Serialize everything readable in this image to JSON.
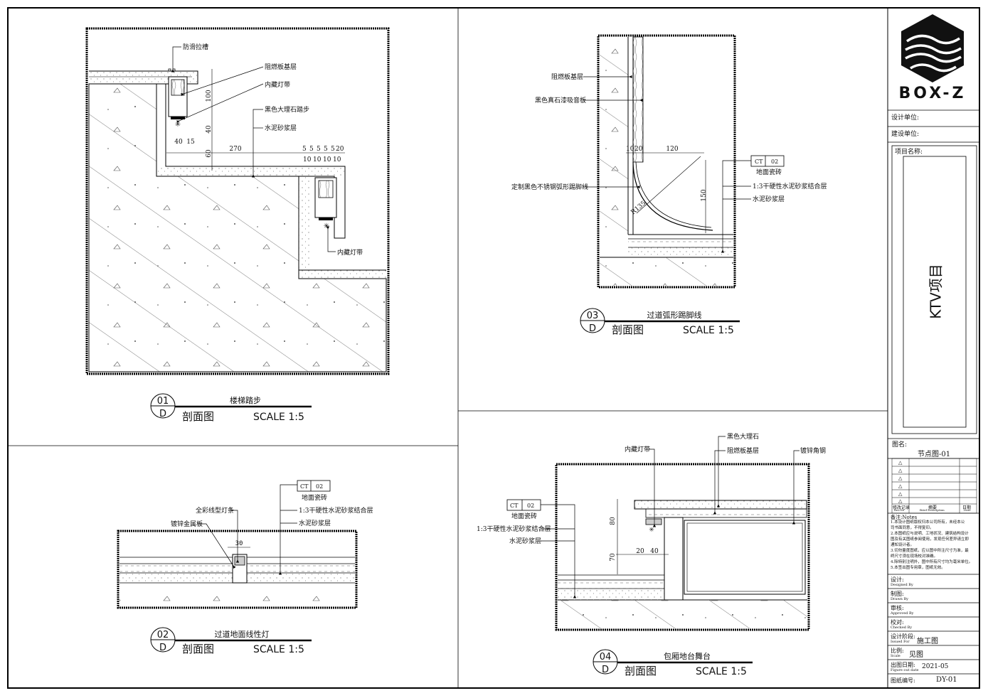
{
  "drawings": [
    {
      "number": "01",
      "sheet": "D",
      "title": "楼梯踏步",
      "type": "剖面图",
      "scale": "SCALE 1:5",
      "labels": [
        "防滑拉槽",
        "阻燃板基层",
        "内藏灯带",
        "黑色大理石踏步",
        "水泥砂浆层",
        "内藏灯带"
      ],
      "dims": [
        "100",
        "40",
        "60",
        "40",
        "15",
        "270",
        "5",
        "5",
        "5",
        "5",
        "5",
        "20",
        "10",
        "10",
        "10",
        "10"
      ]
    },
    {
      "number": "02",
      "sheet": "D",
      "title": "过道地面线性灯",
      "type": "剖面图",
      "scale": "SCALE 1:5",
      "labels": [
        "地面瓷砖",
        "1:3干硬性水泥砂浆结合层",
        "水泥砂浆层",
        "全彩线型灯条",
        "镀锌金属板"
      ],
      "tag": [
        "CT",
        "02"
      ],
      "dims": [
        "30"
      ]
    },
    {
      "number": "03",
      "sheet": "D",
      "title": "过道弧形踢脚线",
      "type": "剖面图",
      "scale": "SCALE 1:5",
      "labels": [
        "阻燃板基层",
        "黑色真石漆吸音板",
        "定制黑色不锈钢弧形踢脚线",
        "地面瓷砖",
        "1:3干硬性水泥砂浆结合层",
        "水泥砂浆层"
      ],
      "tag": [
        "CT",
        "02"
      ],
      "dims": [
        "10",
        "20",
        "120",
        "150",
        "R135"
      ]
    },
    {
      "number": "04",
      "sheet": "D",
      "title": "包厢地台舞台",
      "type": "剖面图",
      "scale": "SCALE 1:5",
      "labels": [
        "黑色大理石",
        "阻燃板基层",
        "镀锌角钢",
        "内藏灯带",
        "地面瓷砖",
        "1:3干硬性水泥砂浆结合层",
        "水泥砂浆层"
      ],
      "tag": [
        "CT",
        "02"
      ],
      "dims": [
        "80",
        "70",
        "20",
        "40"
      ]
    }
  ],
  "titleblock": {
    "logo_text": "BOX-Z",
    "design_unit": "设计单位:",
    "client_unit": "建设单位:",
    "project_name_label": "项目名称:",
    "project_name": "KTV项目",
    "drawing_name_label": "图名:",
    "drawing_name": "节点图-01",
    "rev_header": [
      "修改记录",
      "摘要",
      "日期"
    ],
    "rev_header_en": [
      "Rev.No",
      "Brief Description",
      "Date"
    ],
    "notes_label": "备注:Notes",
    "notes": [
      "1.本设计图纸版权归本公司所有，未经本公",
      "司书面同意，不得复印。",
      "2.本图纸应与说明、工地状况、建筑结构设计",
      "图及有关图纸参阅使用，发现任何差异请立即",
      "通知设计者。",
      "3.切勿量度图纸，应以图中所注尺寸为准，最",
      "终尺寸须在现场校对准确。",
      "4.除特别注明外，图中所有尺寸均为毫米单位。",
      "5.本签出图专用章，图纸无效。"
    ],
    "fields": [
      {
        "label": "设计:",
        "en": "Designed By",
        "value": ""
      },
      {
        "label": "制图:",
        "en": "Drawn By",
        "value": ""
      },
      {
        "label": "审核:",
        "en": "Approved By",
        "value": ""
      },
      {
        "label": "校对:",
        "en": "Checked By",
        "value": ""
      },
      {
        "label": "设计阶段:",
        "en": "Issued For",
        "value": "施工图"
      },
      {
        "label": "比例:",
        "en": "Scale",
        "value": "见图"
      },
      {
        "label": "出图日期:",
        "en": "Figure out date",
        "value": "2021-05"
      },
      {
        "label": "图纸编号:",
        "en": "",
        "value": "DY-01"
      }
    ]
  }
}
